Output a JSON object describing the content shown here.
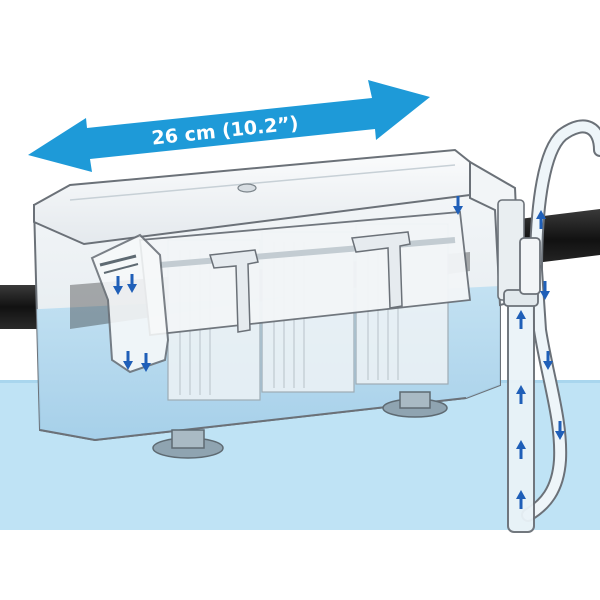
{
  "dimension": {
    "label": "26 cm  (10.2”)"
  },
  "colors": {
    "water": "#bfe3f5",
    "arrow_band": "#1e9ad8",
    "flow_arrow": "#1f5fb8",
    "tank_outline": "#6b7178",
    "pipe": "#141414"
  },
  "flow_arrows": {
    "intake_tube": [
      "up",
      "up",
      "up",
      "up"
    ],
    "return_hose": [
      "up",
      "down",
      "down",
      "down"
    ],
    "outflow_spout": [
      "down",
      "down",
      "down",
      "down"
    ],
    "lid_inlet": [
      "down"
    ]
  }
}
